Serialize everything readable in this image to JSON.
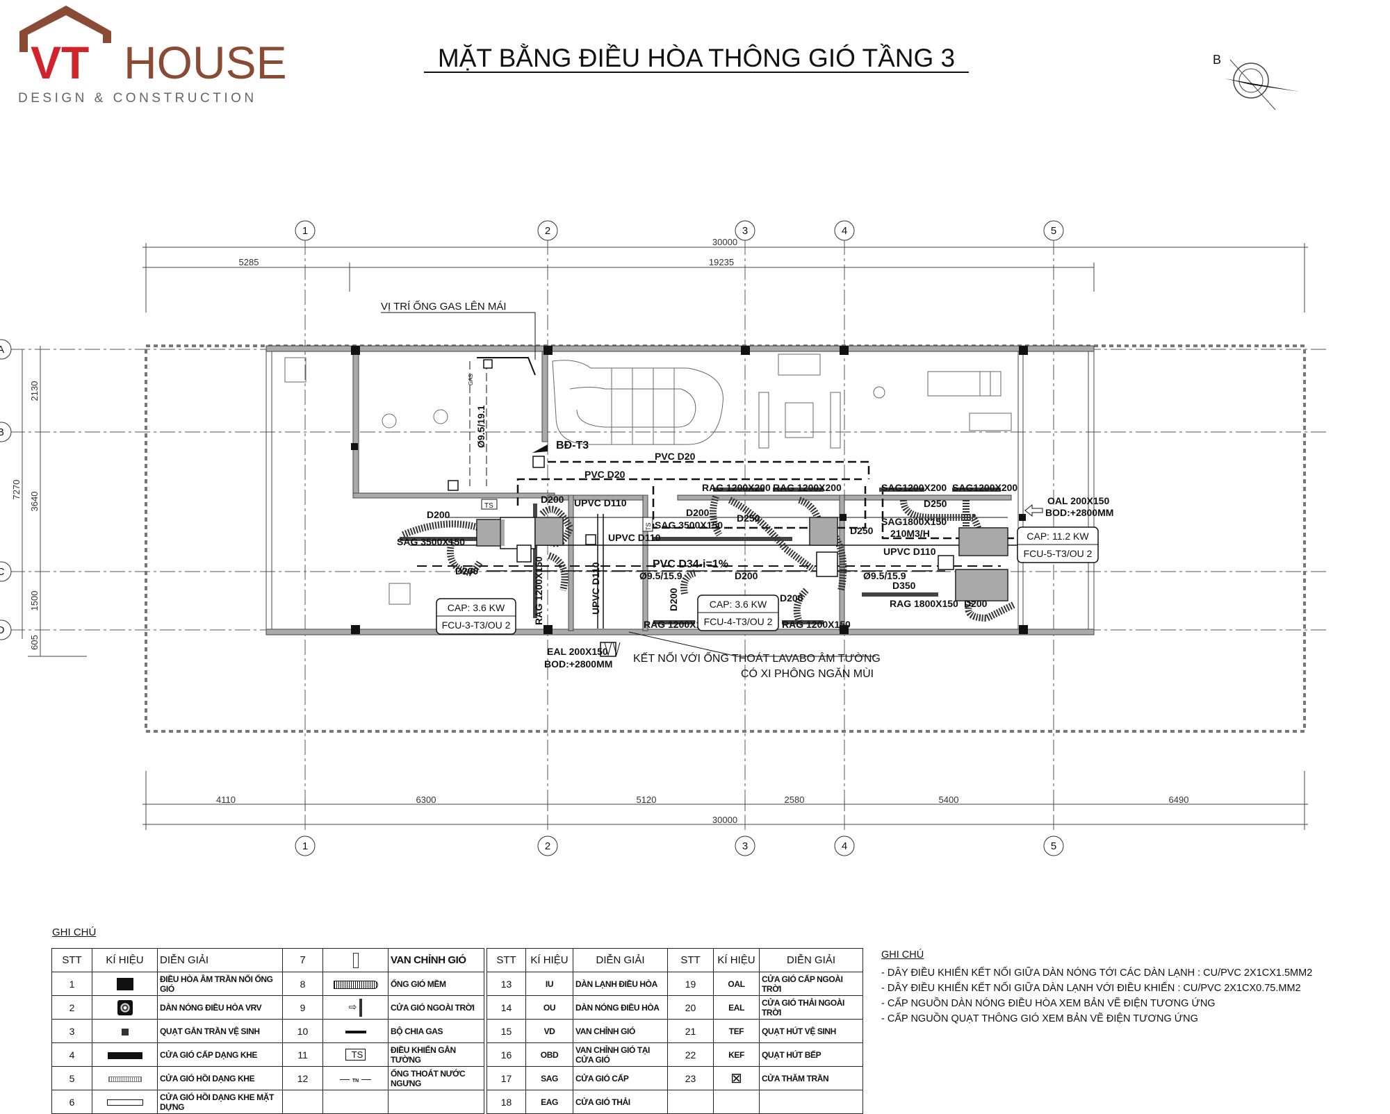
{
  "logo": {
    "brand_vt": "VT",
    "brand_house": "HOUSE",
    "tagline": "DESIGN & CONSTRUCTION"
  },
  "title": "MẶT BẰNG ĐIỀU HÒA THÔNG GIÓ TẦNG 3",
  "compass": {
    "label": "B"
  },
  "grid": {
    "columns": [
      "1",
      "2",
      "3",
      "4",
      "5"
    ],
    "rows": [
      "A",
      "B",
      "C",
      "D"
    ]
  },
  "dimensions": {
    "top_total": "30000",
    "top_parts": [
      "5285",
      "19235"
    ],
    "bottom_parts": [
      "4110",
      "6300",
      "5120",
      "2580",
      "5400",
      "6490"
    ],
    "bottom_total": "30000",
    "left": [
      "2130",
      "7270",
      "3640",
      "1500",
      "605"
    ]
  },
  "plan": {
    "labels": [
      "VỊ TRÍ ỐNG GAS LÊN MÁI",
      "BĐ-T3",
      "PVC D20",
      "PVC D20",
      "Ø9.5/19.1",
      "D200",
      "SAG 3500X150",
      "D200",
      "D200",
      "UPVC D110",
      "SAG 3500X150",
      "UPVC D110",
      "PVC D34-i=1%",
      "Ø9.5/15.9",
      "RAG 1200X150",
      "UPVC D110",
      "EAL 200X150",
      "BOD:+2800MM",
      "KẾT NỐI VỚI ỐNG THOÁT LAVABO ÂM TƯỜNG",
      "CÓ XI PHÔNG NGĂN MÙI",
      "RAG 1200X200",
      "RAG 1200X200",
      "D200",
      "D250",
      "D200",
      "D200",
      "RAG 1200X150",
      "RAG 1200X150",
      "D200",
      "SAG1200X200",
      "SAG1200X200",
      "D250",
      "D250",
      "SAG1800X150",
      "210M3/H",
      "UPVC D110",
      "Ø9.5/15.9",
      "D350",
      "RAG 1800X150",
      "D200",
      "OAL 200X150",
      "BOD:+2800MM",
      "TS",
      "TS",
      "GAS"
    ],
    "units": [
      {
        "cap": "CAP: 3.6 KW",
        "name": "FCU-3-T3/OU 2"
      },
      {
        "cap": "CAP: 3.6 KW",
        "name": "FCU-4-T3/OU 2"
      },
      {
        "cap": "CAP: 11.2 KW",
        "name": "FCU-5-T3/OU 2"
      }
    ]
  },
  "legend": {
    "title": "GHI CHÚ",
    "headers": {
      "stt": "STT",
      "symbol": "KÍ HIỆU",
      "desc": "DIỄN GIẢI"
    },
    "table1": [
      {
        "stt": "1",
        "desc": "ĐIỀU HÒA ÂM TRẦN NỐI ỐNG GIÓ",
        "icon": "ceiling-ac-icon"
      },
      {
        "stt": "2",
        "desc": "DÀN NÓNG ĐIỀU HÒA VRV",
        "icon": "outdoor-unit-icon"
      },
      {
        "stt": "3",
        "desc": "QUẠT GẮN TRẦN VỆ SINH",
        "icon": "ceiling-fan-icon"
      },
      {
        "stt": "4",
        "desc": "CỬA GIÓ CẤP DẠNG KHE",
        "icon": "supply-slot-icon"
      },
      {
        "stt": "5",
        "desc": "CỬA GIÓ HỒI DẠNG KHE",
        "icon": "return-slot-icon"
      },
      {
        "stt": "6",
        "desc": "CỬA GIÓ HỒI DẠNG KHE MẶT DỰNG",
        "icon": "wall-return-slot-icon"
      },
      {
        "stt": "7",
        "desc": "VAN CHỈNH GIÓ",
        "icon": "damper-icon"
      },
      {
        "stt": "8",
        "desc": "ỐNG GIÓ MỀM",
        "icon": "flex-duct-icon"
      },
      {
        "stt": "9",
        "desc": "CỬA GIÓ NGOÀI TRỜI",
        "icon": "outdoor-louver-icon"
      },
      {
        "stt": "10",
        "desc": "BỘ CHIA GAS",
        "icon": "gas-splitter-icon"
      },
      {
        "stt": "11",
        "desc": "ĐIỀU KHIỂN GẮN TƯỜNG",
        "icon": "wall-controller-icon",
        "symbol_text": "TS"
      },
      {
        "stt": "12",
        "desc": "ỐNG THOÁT NƯỚC NGƯNG",
        "icon": "condensate-pipe-icon",
        "symbol_text": "TN"
      }
    ],
    "table2": [
      {
        "stt": "13",
        "code": "IU",
        "desc": "DÀN LẠNH ĐIỀU HÒA"
      },
      {
        "stt": "14",
        "code": "OU",
        "desc": "DÀN NÓNG ĐIỀU HÒA"
      },
      {
        "stt": "15",
        "code": "VD",
        "desc": "VAN CHỈNH GIÓ"
      },
      {
        "stt": "16",
        "code": "OBD",
        "desc": "VAN CHỈNH GIÓ TẠI CỬA GIÓ"
      },
      {
        "stt": "17",
        "code": "SAG",
        "desc": "CỬA GIÓ CẤP"
      },
      {
        "stt": "18",
        "code": "EAG",
        "desc": "CỬA GIÓ THẢI"
      },
      {
        "stt": "19",
        "code": "OAL",
        "desc": "CỬA GIÓ CẤP NGOÀI TRỜI"
      },
      {
        "stt": "20",
        "code": "EAL",
        "desc": "CỬA GIÓ THẢI NGOÀI TRỜI"
      },
      {
        "stt": "21",
        "code": "TEF",
        "desc": "QUẠT HÚT VỆ SINH"
      },
      {
        "stt": "22",
        "code": "KEF",
        "desc": "QUẠT HÚT BẾP"
      },
      {
        "stt": "23",
        "code": "",
        "desc": "CỬA THĂM TRẦN",
        "icon": "access-panel-icon"
      }
    ]
  },
  "notes": {
    "title": "GHI CHÚ",
    "items": [
      "- DÂY ĐIỀU KHIỂN KẾT NỐI GIỮA DÀN NÓNG TỚI CÁC DÀN LẠNH : CU/PVC 2X1CX1.5MM2",
      "- DÂY ĐIỀU KHIỂN KẾT NỐI GIỮA DÀN LẠNH VỚI ĐIỀU KHIỂN  : CU/PVC 2X1CX0.75.MM2",
      "- CẤP NGUỒN DÀN NÓNG ĐIỀU HÒA XEM BẢN VẼ ĐIỆN TƯƠNG ỨNG",
      "- CẤP NGUỒN QUẠT THÔNG GIÓ XEM BẢN VẼ ĐIỆN TƯƠNG ỨNG"
    ]
  },
  "colors": {
    "brand_red": "#d0232a",
    "brand_brown": "#8a4b35",
    "ink": "#111111"
  }
}
